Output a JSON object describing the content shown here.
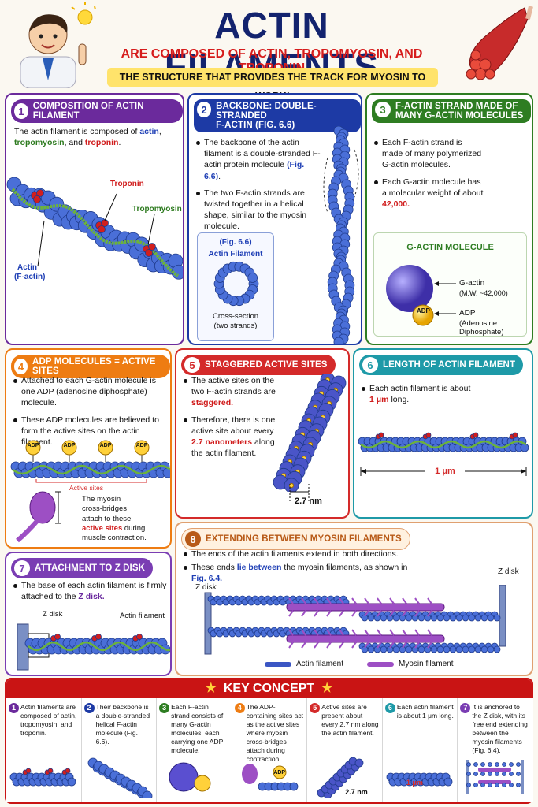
{
  "title": "ACTIN FILAMENTS",
  "subtitle": "ARE COMPOSED OF ACTIN, TROPOMYOSIN, AND TROPONIN",
  "tagline": "THE STRUCTURE THAT PROVIDES THE TRACK FOR MYOSIN TO WORK!",
  "colors": {
    "title": "#13236e",
    "subtitle": "#d61c1c",
    "banner": "#ffe36b",
    "s1": "#6b2a9c",
    "s2": "#1d3aa5",
    "s3": "#2e7d22",
    "s4": "#ee7c12",
    "s5": "#d42a2a",
    "s6": "#1e9aa8",
    "s7": "#7a3db3",
    "s8": "#b85a18",
    "key": "#c91414"
  },
  "s1": {
    "num": "1",
    "title": "COMPOSITION OF ACTIN FILAMENT",
    "intro": "The actin filament is composed of",
    "actin": "actin",
    "tropomyosin": "tropomyosin",
    "and": ", and",
    "troponin": "troponin",
    "lbl_troponin": "Troponin",
    "lbl_tropomyosin": "Tropomyosin",
    "lbl_actin": "Actin",
    "lbl_factin": "(F-actin)"
  },
  "s2": {
    "num": "2",
    "title1": "BACKBONE: DOUBLE-STRANDED",
    "title2": "F-ACTIN (Fig. 6.6)",
    "b1a": "The backbone of the actin filament is a double-stranded F-actin protein molecule",
    "b1ref": "(Fig. 6.6)",
    "b2": "The two F-actin strands are twisted together in a helical shape, similar to the myosin molecule.",
    "fig": "(Fig. 6.6)",
    "fig_name": "Actin Filament",
    "cross1": "Cross-section",
    "cross2": "(two strands)"
  },
  "s3": {
    "num": "3",
    "title1": "F-ACTIN STRAND MADE OF",
    "title2": "MANY G-ACTIN MOLECULES",
    "b1": "Each F-actin strand is made of many polymerized G-actin molecules.",
    "b2a": "Each G-actin molecule has a molecular weight of about",
    "b2v": "42,000.",
    "box_title": "G-ACTIN MOLECULE",
    "gactin": "G-actin",
    "mw": "(M.W. ~42,000)",
    "adp": "ADP",
    "adp_full1": "(Adenosine",
    "adp_full2": "Diphosphate)",
    "adp_ball": "ADP"
  },
  "s4": {
    "num": "4",
    "title": "ADP MOLECULES = ACTIVE SITES",
    "b1": "Attached to each G-actin molecule is one ADP (adenosine diphosphate) molecule.",
    "b2": "These ADP molecules are believed to form the active sites on the actin filament.",
    "adp": "ADP",
    "active_sites": "Active sites",
    "myo1": "The myosin",
    "myo2": "cross-bridges",
    "myo3": "attach to these",
    "myo4": "active sites",
    "myo5": "during",
    "myo6": "muscle contraction."
  },
  "s5": {
    "num": "5",
    "title": "STAGGERED ACTIVE SITES",
    "b1a": "The active sites on the two F-actin strands are",
    "b1v": "staggered.",
    "b2a": "Therefore, there is one active site about every",
    "b2v": "2.7 nanometers",
    "b2b": "along the actin filament.",
    "nm": "2.7 nm"
  },
  "s6": {
    "num": "6",
    "title": "LENGTH OF ACTIN FILAMENT",
    "b1a": "Each actin filament is about",
    "b1v": "1 μm",
    "b1b": "long.",
    "um": "1 μm"
  },
  "s7": {
    "num": "7",
    "title": "ATTACHMENT TO Z DISK",
    "b1a": "The base of each actin filament is firmly attached to the",
    "b1v": "Z disk.",
    "zdisk": "Z disk",
    "actin_filament": "Actin filament"
  },
  "s8": {
    "num": "8",
    "title": "EXTENDING BETWEEN MYOSIN FILAMENTS",
    "b1": "The ends of the actin filaments extend in both directions.",
    "b2a": "These ends",
    "b2v": "lie between",
    "b2b": "the myosin filaments, as shown in",
    "b2ref": "Fig. 6.4.",
    "z_left": "Z disk",
    "z_right": "Z disk",
    "leg_actin": "Actin filament",
    "leg_myosin": "Myosin filament"
  },
  "key": {
    "title": "KEY CONCEPT",
    "items": [
      {
        "n": "1",
        "t": "Actin filaments are composed of actin, tropomyosin, and troponin."
      },
      {
        "n": "2",
        "t": "Their backbone is a double-stranded helical F-actin molecule (Fig. 6.6)."
      },
      {
        "n": "3",
        "t": "Each F-actin strand consists of many G-actin molecules, each carrying one ADP molecule."
      },
      {
        "n": "4",
        "t": "The ADP-containing sites act as the active sites where myosin cross-bridges attach during contraction."
      },
      {
        "n": "5",
        "t": "Active sites are present about every 2.7 nm along the actin filament."
      },
      {
        "n": "6",
        "t": "Each actin filament is about 1 μm long."
      },
      {
        "n": "7",
        "t": "It is anchored to the Z disk, with its free end extending between the myosin filaments (Fig. 6.4)."
      }
    ],
    "adp": "ADP",
    "nm": "2.7 nm",
    "um": "1 μm"
  }
}
